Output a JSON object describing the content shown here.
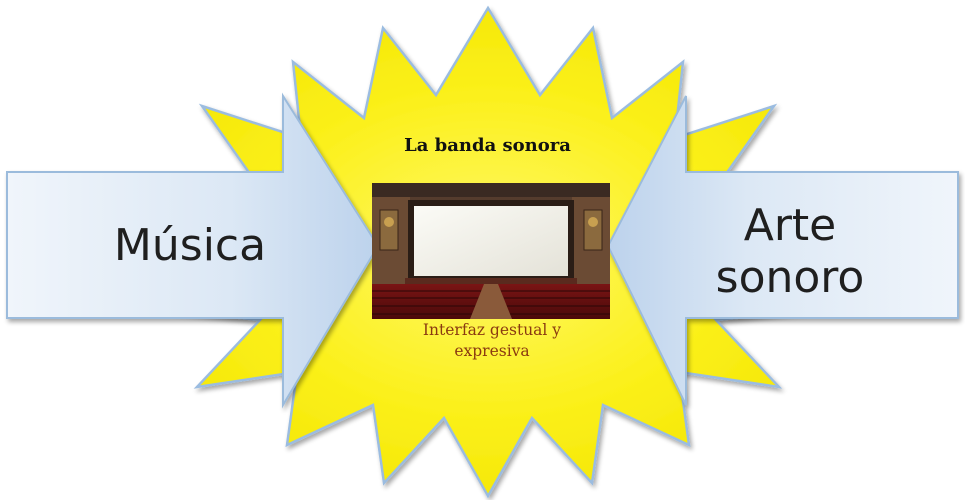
{
  "diagram": {
    "left_arrow": {
      "label": "Música"
    },
    "right_arrow": {
      "label_line1": "Arte",
      "label_line2": "sonoro"
    },
    "center": {
      "title": "La banda sonora",
      "caption_line1": "Interfaz gestual y",
      "caption_line2": "expresiva",
      "image": "cinema-theater-screen"
    },
    "colors": {
      "starburst_fill": "#fbf01a",
      "starburst_stroke": "#9bbce0",
      "arrow_fill": "#d7e4f3",
      "arrow_stroke": "#9bbbdc",
      "caption_text": "#8a3a10"
    }
  }
}
